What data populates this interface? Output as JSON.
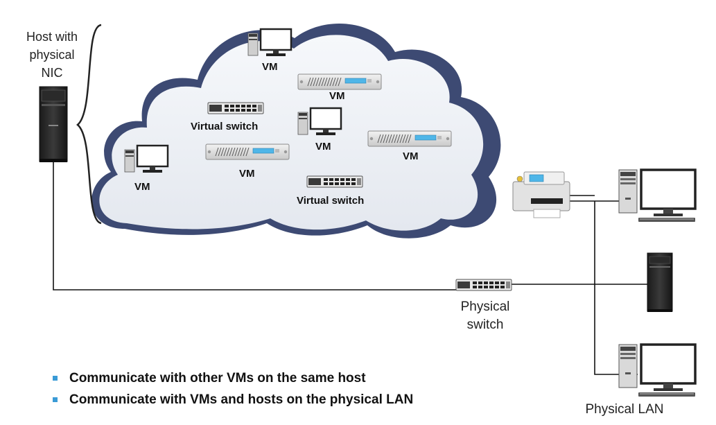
{
  "host": {
    "lines": [
      "Host with",
      "physical",
      "NIC"
    ]
  },
  "cloud": {
    "vm_label": "VM",
    "vswitch_label": "Virtual switch"
  },
  "physical_switch": {
    "lines": [
      "Physical",
      "switch"
    ]
  },
  "physical_lan": {
    "label": "Physical LAN"
  },
  "bullets": [
    "Communicate with other VMs on the same host",
    "Communicate with VMs and hosts on the physical LAN"
  ],
  "colors": {
    "cloud_edge": "#3d4a73",
    "cloud_fill": "#eef1f6",
    "bullet": "#3a9bd6",
    "lcd": "#4fb6e8"
  },
  "icons": [
    "tower-pc-icon",
    "monitor-icon",
    "server-appliance-icon",
    "network-switch-icon",
    "printer-icon"
  ]
}
